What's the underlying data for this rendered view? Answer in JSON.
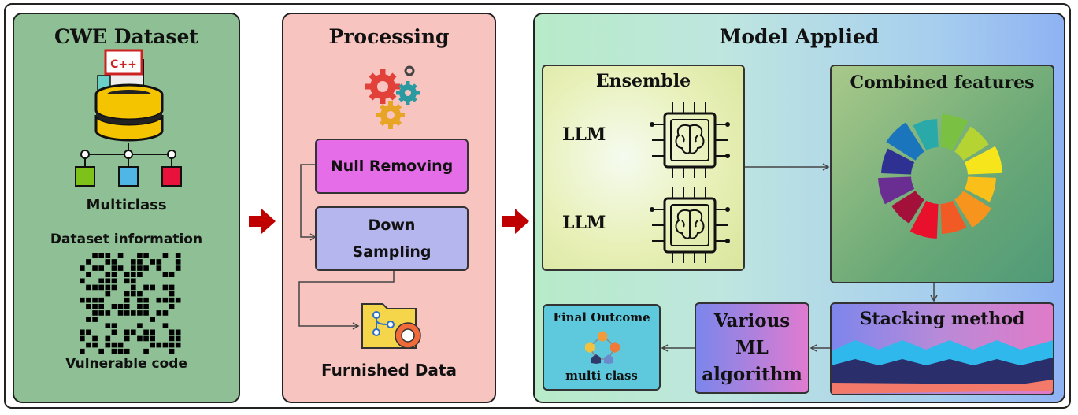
{
  "panels": {
    "cwe": {
      "title": "CWE Dataset",
      "icon_label": "C++",
      "multiclass_label": "Multiclass",
      "dataset_info_label": "Dataset information",
      "vulnerable_code_label": "Vulnerable code",
      "bg_color": "#8fbf94"
    },
    "processing": {
      "title": "Processing",
      "null_removing": "Null Removing",
      "down_sampling_line1": "Down",
      "down_sampling_line2": "Sampling",
      "furnished_data": "Furnished Data",
      "bg_color": "#f7c4c0"
    },
    "model": {
      "title": "Model Applied",
      "ensemble": {
        "title": "Ensemble",
        "llm1": "LLM",
        "llm2": "LLM"
      },
      "combined_features": "Combined features",
      "stacking_method": "Stacking method",
      "various_ml_line1": "Various",
      "various_ml_line2": "ML",
      "various_ml_line3": "algorithm",
      "final_outcome": "Final Outcome",
      "multi_class": "multi class"
    }
  },
  "icons": [
    "database-icon",
    "cpp-file-icon",
    "gears-icon",
    "folder-gear-icon",
    "chip-brain-icon",
    "color-wheel-icon",
    "layers-icon",
    "network-nodes-icon",
    "arrow-right-icon"
  ],
  "colors": {
    "arrow": "#c00000",
    "null_box": "#e56de8",
    "down_box": "#b6b6ef",
    "final_box": "#5ec9dd"
  }
}
